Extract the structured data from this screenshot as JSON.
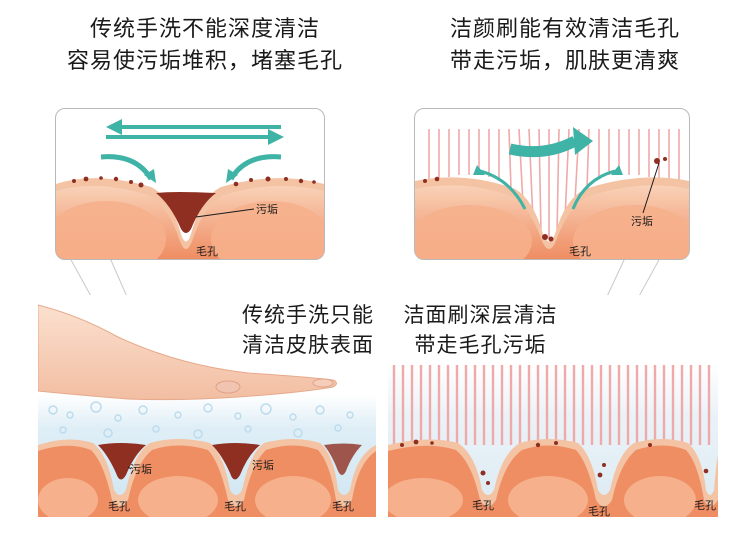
{
  "top_left": {
    "line1": "传统手洗不能深度清洁",
    "line2": "容易使污垢堆积，堵塞毛孔",
    "dirt_label": "污垢",
    "pore_label": "毛孔"
  },
  "top_right": {
    "line1": "洁颜刷能有效清洁毛孔",
    "line2": "带走污垢，肌肤更清爽",
    "dirt_label": "污垢",
    "pore_label": "毛孔"
  },
  "bottom_left": {
    "line1": "传统手洗只能",
    "line2": "清洁皮肤表面",
    "dirt_labels": [
      "污垢",
      "污垢"
    ],
    "pore_labels": [
      "毛孔",
      "毛孔",
      "毛孔"
    ]
  },
  "bottom_right": {
    "line1": "洁面刷深层清洁",
    "line2": "带走毛孔污垢",
    "pore_labels": [
      "毛孔",
      "毛孔",
      "毛孔"
    ]
  },
  "colors": {
    "skin_top": "#f3c3a4",
    "skin_body": "#ef8d63",
    "skin_core": "#f6b08c",
    "dirt": "#8e2f22",
    "arrow_teal": "#3fb3a5",
    "bristle": "#f0a9a9"
  }
}
